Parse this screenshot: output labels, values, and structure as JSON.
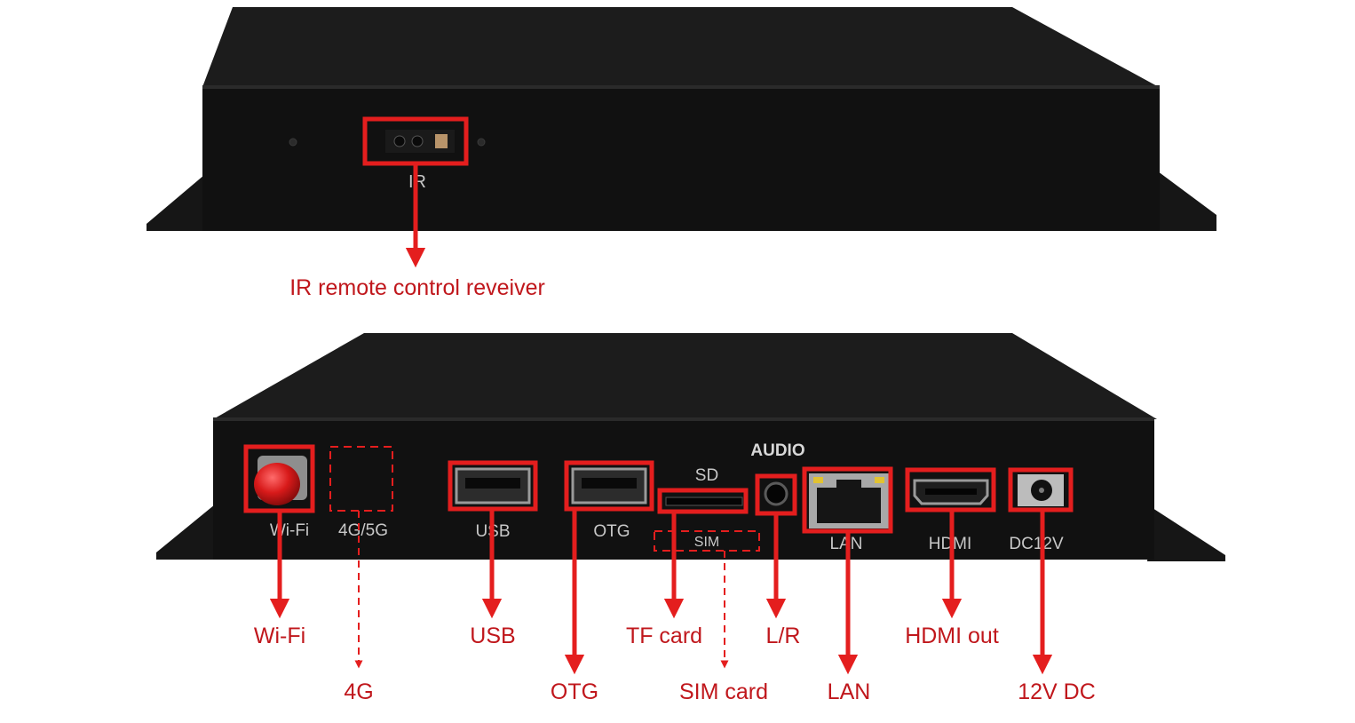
{
  "front_panel": {
    "port_label_ir": "IR",
    "callout_ir": "IR remote control reveiver"
  },
  "rear_panel": {
    "section_label_audio": "AUDIO",
    "ports": {
      "wifi": "Wi-Fi",
      "cellular": "4G/5G",
      "usb": "USB",
      "otg": "OTG",
      "sd": "SD",
      "sim": "SIM",
      "lan": "LAN",
      "hdmi": "HDMI",
      "dc": "DC12V"
    },
    "callouts": {
      "wifi": "Wi-Fi",
      "cellular": "4G",
      "usb": "USB",
      "otg": "OTG",
      "tf": "TF card",
      "sim": "SIM card",
      "audio": "L/R",
      "lan": "LAN",
      "hdmi": "HDMI out",
      "dc": "12V DC"
    }
  },
  "colors": {
    "callout_red": "#e41e1e",
    "callout_text": "#c0171c",
    "chassis": "#141414",
    "label_grey": "#c8c8c8",
    "antenna_red": "#d81a1a"
  }
}
